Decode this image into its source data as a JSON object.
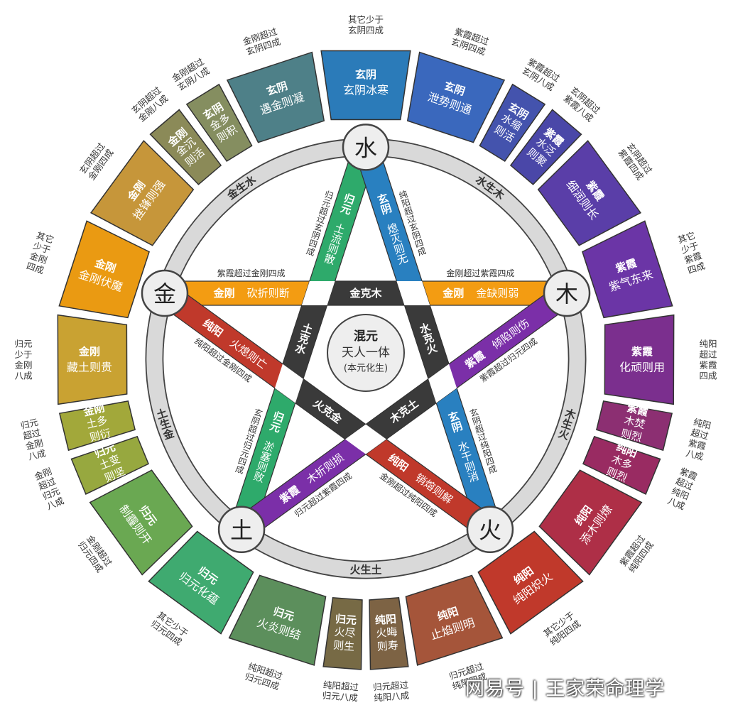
{
  "center": {
    "title": "混元",
    "line1": "天人一体",
    "line2": "(本元化生)"
  },
  "vertices": {
    "water": "水",
    "wood": "木",
    "fire": "火",
    "earth": "土",
    "metal": "金"
  },
  "ring_labels": {
    "metal_water": "金生水",
    "water_wood": "水生木",
    "wood_fire": "木生火",
    "fire_earth": "火生土",
    "earth_metal": "土生金"
  },
  "segments": [
    {
      "title": "玄阴",
      "body": "玄阴冰寒",
      "note": "其它少于玄阴四成",
      "color": "#2b7bb9",
      "size": "large"
    },
    {
      "title": "玄阴",
      "body": "泄势则通",
      "note": "紫霞超过玄阴四成",
      "color": "#3a68bd",
      "size": "large"
    },
    {
      "title": "玄阴",
      "body": "水缩则活",
      "note": "紫霞超过玄阴八成",
      "color": "#4453ad",
      "size": "small"
    },
    {
      "title": "紫霞",
      "body": "水泛则聚",
      "note": "玄阴超过紫霞八成",
      "color": "#4a47a8",
      "size": "small"
    },
    {
      "title": "紫霞",
      "body": "细润则长",
      "note": "玄阴超过紫霞四成",
      "color": "#5a3ea8",
      "size": "large"
    },
    {
      "title": "紫霞",
      "body": "紫气东来",
      "note": "其它少于紫霞四成",
      "color": "#6b35a6",
      "size": "large"
    },
    {
      "title": "紫霞",
      "body": "化顽则用",
      "note": "纯阳超过紫霞四成",
      "color": "#7b2f8e",
      "size": "large"
    },
    {
      "title": "紫霞",
      "body": "木焚则烈",
      "note": "纯阳超过紫霞八成",
      "color": "#8c2f72",
      "size": "small"
    },
    {
      "title": "纯阳",
      "body": "木多则烈",
      "note": "紫霞超过纯阳八成",
      "color": "#992b62",
      "size": "small"
    },
    {
      "title": "纯阳",
      "body": "添木则燎",
      "note": "紫霞超过纯阳四成",
      "color": "#ae2f47",
      "size": "large"
    },
    {
      "title": "纯阳",
      "body": "纯阳炽火",
      "note": "其它少于纯阳四成",
      "color": "#c0392b",
      "size": "large"
    },
    {
      "title": "纯阳",
      "body": "止焰则明",
      "note": "归元超过纯阳四成",
      "color": "#a5553a",
      "size": "large"
    },
    {
      "title": "纯阳",
      "body": "火晦则寿",
      "note": "归元超过纯阳八成",
      "color": "#7d6344",
      "size": "small"
    },
    {
      "title": "归元",
      "body": "火尽则生",
      "note": "纯阳超过归元八成",
      "color": "#776a45",
      "size": "small"
    },
    {
      "title": "归元",
      "body": "火炎则结",
      "note": "纯阳超过归元四成",
      "color": "#5c8f5c",
      "size": "large"
    },
    {
      "title": "归元",
      "body": "归元化蕴",
      "note": "其它少于归元四成",
      "color": "#3faa70",
      "size": "large"
    },
    {
      "title": "归元",
      "body": "制霾则开",
      "note": "金刚超过归元四成",
      "color": "#6aa852",
      "size": "large"
    },
    {
      "title": "归元",
      "body": "土变则坚",
      "note": "金刚超过归元八成",
      "color": "#97a83f",
      "size": "small"
    },
    {
      "title": "金刚",
      "body": "土多则衍",
      "note": "归元超过金刚八成",
      "color": "#a2a83a",
      "size": "small"
    },
    {
      "title": "金刚",
      "body": "藏土则贵",
      "note": "归元少于金刚八成",
      "color": "#c9a232",
      "size": "large"
    },
    {
      "title": "金刚",
      "body": "金刚伏魔",
      "note": "其它少于金刚四成",
      "color": "#ea9a12",
      "size": "large"
    },
    {
      "title": "金刚",
      "body": "挫锋则强",
      "note": "玄阴超过金刚四成",
      "color": "#c6963a",
      "size": "large"
    },
    {
      "title": "金刚",
      "body": "金沉则活",
      "note": "玄阴超过金刚八成",
      "color": "#8b8a58",
      "size": "small"
    },
    {
      "title": "玄阴",
      "body": "金多则积",
      "note": "金刚超过玄阴八成",
      "color": "#858e60",
      "size": "small"
    },
    {
      "title": "玄阴",
      "body": "遇金则凝",
      "note": "金刚超过玄阴四成",
      "color": "#4e8088",
      "size": "large"
    }
  ],
  "star_lines": [
    {
      "from": "metal",
      "to": "wood",
      "color": "#f39c12",
      "mid": "金克木",
      "a": {
        "title": "金刚",
        "body": "砍折则断",
        "note": "紫霞超过金刚四成"
      },
      "b": {
        "title": "金刚",
        "body": "金缺则弱",
        "note": "金刚超过紫霞四成"
      }
    },
    {
      "from": "water",
      "to": "earth",
      "color": "#2eaa6b",
      "mid": "土克水",
      "a": {
        "title": "归元",
        "body": "土流则散",
        "note": "归元超过玄阴四成"
      },
      "b": {
        "title": "归元",
        "body": "淤塞则败",
        "note": "玄阴超过归元四成"
      }
    },
    {
      "from": "water",
      "to": "fire",
      "color": "#2980c0",
      "mid": "水克火",
      "a": {
        "title": "玄阴",
        "body": "熄灭则无",
        "note": "纯阳超过玄阴四成"
      },
      "b": {
        "title": "玄阴",
        "body": "水干则消",
        "note": "玄阴超过纯阳四成"
      }
    },
    {
      "from": "metal",
      "to": "fire",
      "color": "#c0392b",
      "mid": "火克金",
      "a": {
        "title": "纯阳",
        "body": "火熄则亡",
        "note": "纯阳超过金刚四成"
      },
      "b": {
        "title": "纯阳",
        "body": "销熔则解",
        "note": "金刚超过纯阳四成"
      }
    },
    {
      "from": "earth",
      "to": "wood",
      "color": "#7b2fa8",
      "mid": "木克土",
      "a": {
        "title": "紫霞",
        "body": "木折则损",
        "note": "归元超过紫霞四成"
      },
      "b": {
        "title": "紫霞",
        "body": "倾陷则伤",
        "note": "紫霞超过归元四成"
      }
    }
  ],
  "colors": {
    "ring": "#d9d9d9",
    "outline": "#444444",
    "mid_bar": "#3a3a3a",
    "vertex_fill": "#eeeeee"
  },
  "watermark": "网易号 | 王家荣命理学"
}
